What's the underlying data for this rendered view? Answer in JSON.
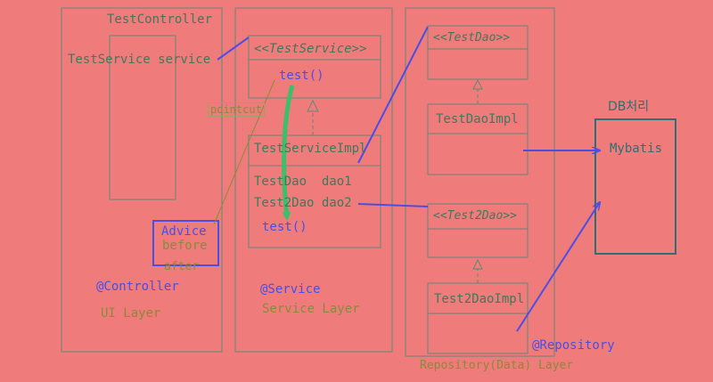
{
  "controller": {
    "title": "TestController",
    "field": "TestService service",
    "stereotype": "@Controller",
    "layer": "UI Layer"
  },
  "advice": {
    "title": "Advice",
    "before": "before",
    "after": "after"
  },
  "service": {
    "interface_name": "<<TestService>>",
    "interface_method": "test()",
    "pointcut": "pointcut",
    "impl_name": "TestServiceImpl",
    "field1": "TestDao  dao1",
    "field2": "Test2Dao dao2",
    "impl_method": "test()",
    "stereotype": "@Service",
    "layer": "Service Layer"
  },
  "repository": {
    "dao_interface": "<<TestDao>>",
    "dao_impl": "TestDaoImpl",
    "dao2_interface": "<<Test2Dao>>",
    "dao2_impl": "Test2DaoImpl",
    "stereotype": "@Repository",
    "layer": "Repository(Data) Layer"
  },
  "db": {
    "title": "DB처리",
    "box": "Mybatis"
  },
  "colors": {
    "background": "#f07b7b",
    "line": "#5f8a79",
    "arrow": "#4b4ee6",
    "flow": "#3cbf6a",
    "db_border": "#2e6f74"
  }
}
